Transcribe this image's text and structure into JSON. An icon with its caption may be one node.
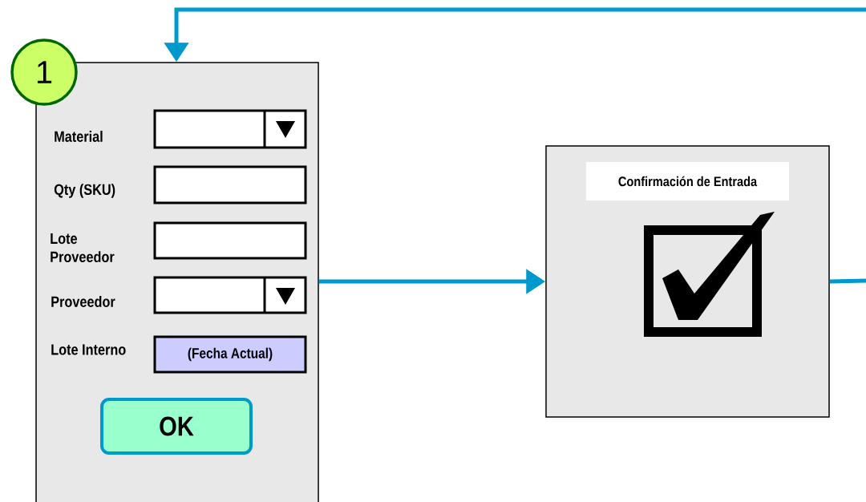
{
  "diagram": {
    "nodes": [
      {
        "text": [],
        "shape": "box"
      },
      {
        "text": [
          "1"
        ]
      },
      {
        "text": [],
        "shape": "box",
        "in": 0
      },
      {
        "text": [],
        "shape": "box",
        "in": 0
      },
      {
        "text": [],
        "shape": "box",
        "in": 0
      },
      {
        "text": [],
        "shape": "box",
        "in": 0
      },
      {
        "text": [
          "(Fecha Actual)"
        ],
        "in": 0
      },
      {
        "text": [
          "OK"
        ],
        "in": 0
      },
      {
        "text": [
          "Confirmación de Entrada"
        ]
      }
    ],
    "edges": [
      {
        "from": null,
        "to": 0,
        "arrow": "to"
      },
      {
        "from": 0,
        "to": 8,
        "arrow": "to"
      },
      {
        "from": 8,
        "to": null,
        "arrow": "none"
      }
    ],
    "labels": [
      "Material",
      "Qty (SKU)",
      "Lote Proveedor",
      "Proveedor",
      "Lote Interno"
    ]
  }
}
